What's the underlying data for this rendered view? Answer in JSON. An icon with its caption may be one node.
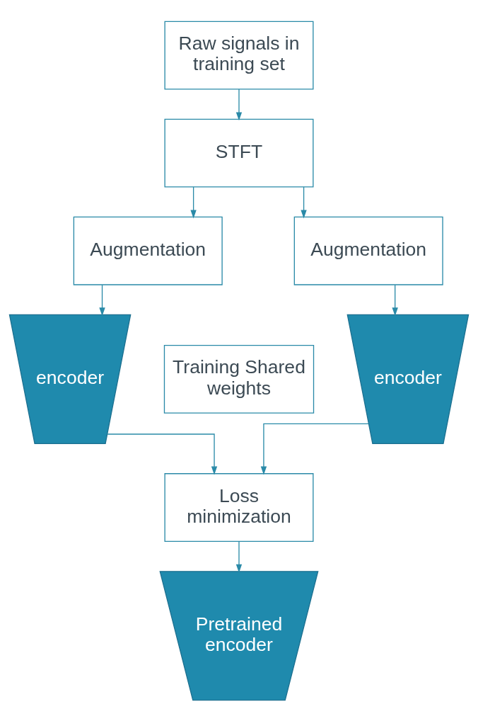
{
  "diagram": {
    "nodes": [
      {
        "text": [
          "Raw signals in training set"
        ]
      },
      {
        "text": [
          "STFT"
        ]
      },
      {
        "text": [
          "Augmentation"
        ]
      },
      {
        "text": [
          "Augmentation"
        ]
      },
      {
        "text": [
          "encoder"
        ]
      },
      {
        "text": [
          "Training Shared weights"
        ]
      },
      {
        "text": [
          "encoder"
        ]
      },
      {
        "text": [
          "Loss minimization"
        ]
      },
      {
        "text": [
          "Pretrained encoder"
        ]
      }
    ],
    "edges": [
      {
        "from": 0,
        "to": 1,
        "arrow": "to"
      },
      {
        "from": 1,
        "to": 2,
        "arrow": "to"
      },
      {
        "from": 1,
        "to": 3,
        "arrow": "to"
      },
      {
        "from": 2,
        "to": 4,
        "arrow": "to"
      },
      {
        "from": 3,
        "to": 6,
        "arrow": "to"
      },
      {
        "from": 4,
        "to": 7,
        "arrow": "to"
      },
      {
        "from": 6,
        "to": 7,
        "arrow": "to"
      },
      {
        "from": 7,
        "to": 8,
        "arrow": "to"
      }
    ]
  }
}
